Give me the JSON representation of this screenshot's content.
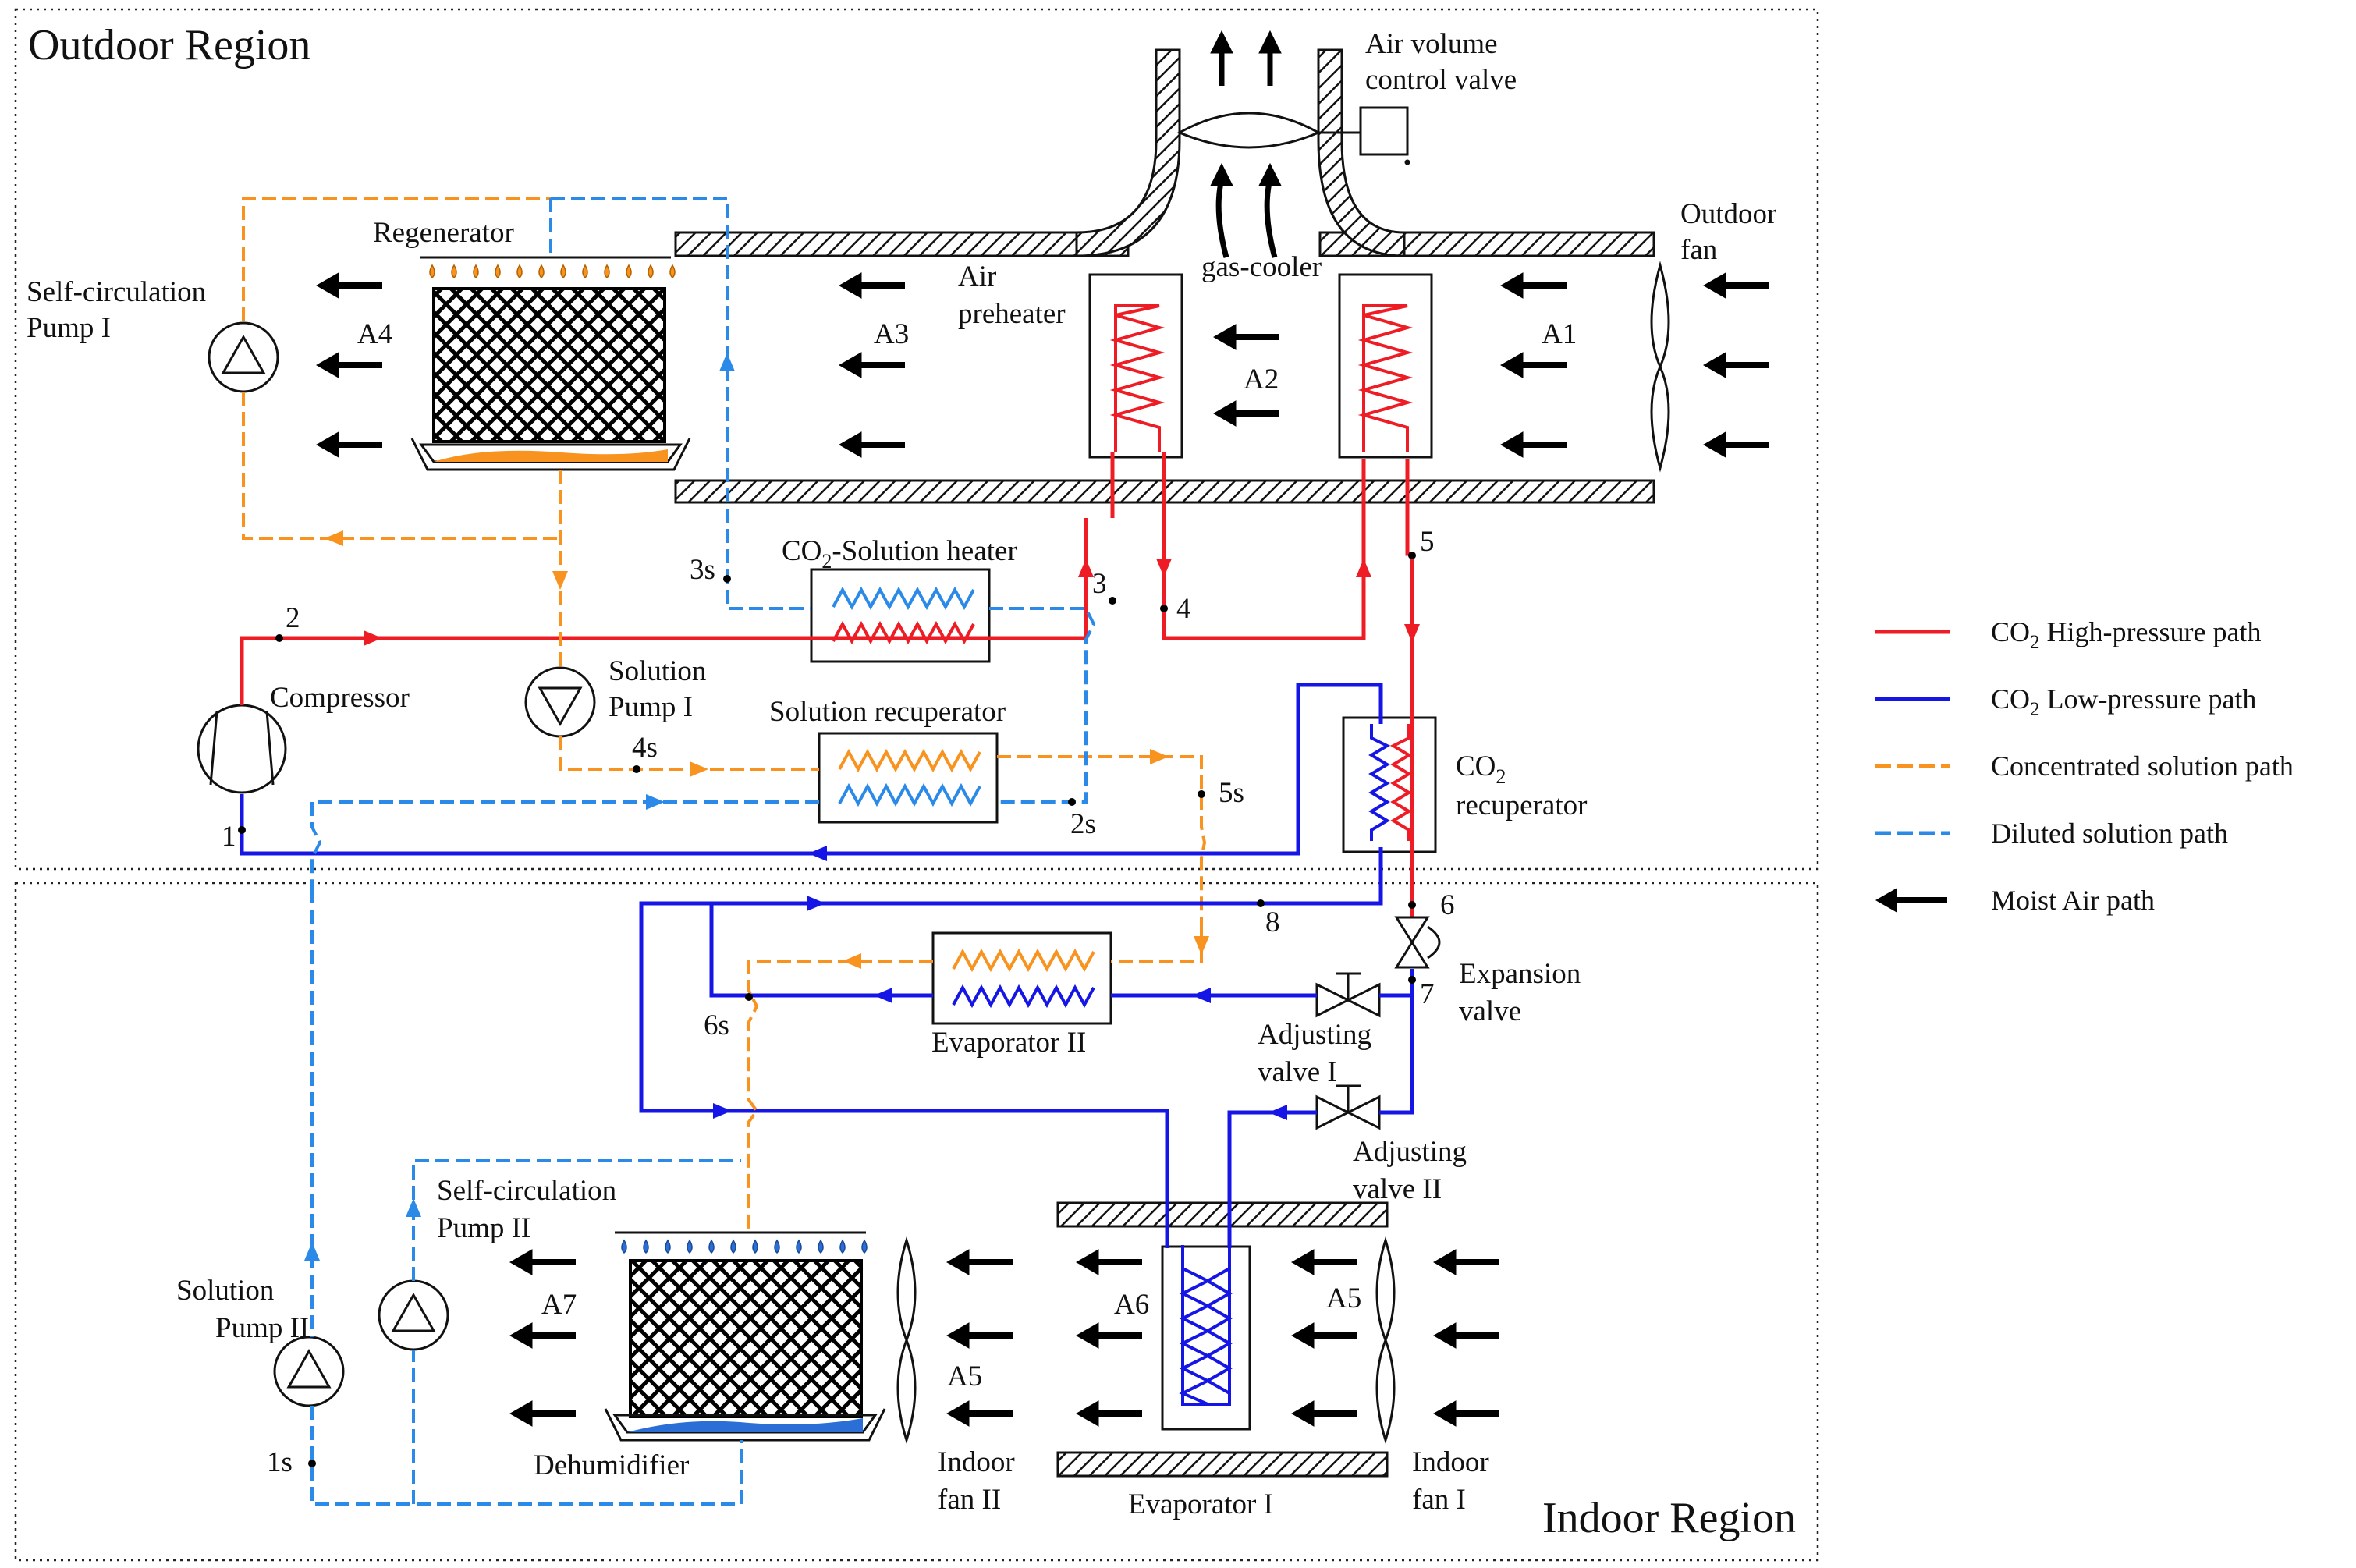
{
  "regions": {
    "outdoor": "Outdoor Region",
    "indoor": "Indoor Region"
  },
  "colors": {
    "high_pressure": "#ee1c24",
    "low_pressure": "#1515e6",
    "concentrated": "#f7931e",
    "diluted": "#2b8ae8",
    "air": "#000000",
    "desiccant_outdoor": "#f7931e",
    "desiccant_indoor": "#2b6fd6"
  },
  "components": {
    "air_volume_valve": [
      "Air volume",
      "control valve"
    ],
    "gas_cooler": "gas-cooler",
    "outdoor_fan": [
      "Outdoor",
      "fan"
    ],
    "regenerator": "Regenerator",
    "self_pump_1": [
      "Self-circulation",
      "Pump I"
    ],
    "air_preheater": [
      "Air",
      "preheater"
    ],
    "co2_solution_heater": {
      "pre": "CO",
      "sub": "2",
      "post": "-Solution heater"
    },
    "compressor": "Compressor",
    "solution_pump_1": [
      "Solution",
      "Pump I"
    ],
    "solution_recuperator": "Solution recuperator",
    "co2_recuperator": {
      "pre": "CO",
      "sub": "2",
      "line2": "recuperator"
    },
    "expansion_valve": [
      "Expansion",
      "valve"
    ],
    "adjusting_valve_1": [
      "Adjusting",
      "valve I"
    ],
    "adjusting_valve_2": [
      "Adjusting",
      "valve II"
    ],
    "evaporator_2": "Evaporator II",
    "evaporator_1": "Evaporator I",
    "self_pump_2": [
      "Self-circulation",
      "Pump II"
    ],
    "solution_pump_2": [
      "Solution",
      "Pump II"
    ],
    "dehumidifier": "Dehumidifier",
    "indoor_fan_2": [
      "Indoor",
      "fan II"
    ],
    "indoor_fan_1": [
      "Indoor",
      "fan I"
    ]
  },
  "air_states": [
    "A1",
    "A2",
    "A3",
    "A4",
    "A5",
    "A5",
    "A6",
    "A7"
  ],
  "state_points": [
    "1",
    "2",
    "3",
    "4",
    "5",
    "6",
    "7",
    "8",
    "1s",
    "2s",
    "3s",
    "4s",
    "5s",
    "6s"
  ],
  "legend": [
    {
      "pre": "CO",
      "sub": "2",
      "post": " High-pressure path",
      "color": "#ee1c24",
      "dash": false,
      "icon": "solid-line"
    },
    {
      "pre": "CO",
      "sub": "2",
      "post": " Low-pressure path",
      "color": "#1515e6",
      "dash": false,
      "icon": "solid-line"
    },
    {
      "pre": "",
      "sub": "",
      "post": "Concentrated solution path",
      "color": "#f7931e",
      "dash": true,
      "icon": "dashed-line"
    },
    {
      "pre": "",
      "sub": "",
      "post": "Diluted solution path",
      "color": "#2b8ae8",
      "dash": true,
      "icon": "dashed-line"
    },
    {
      "pre": "",
      "sub": "",
      "post": "Moist Air path",
      "color": "#000000",
      "dash": false,
      "icon": "arrow-left-icon"
    }
  ]
}
